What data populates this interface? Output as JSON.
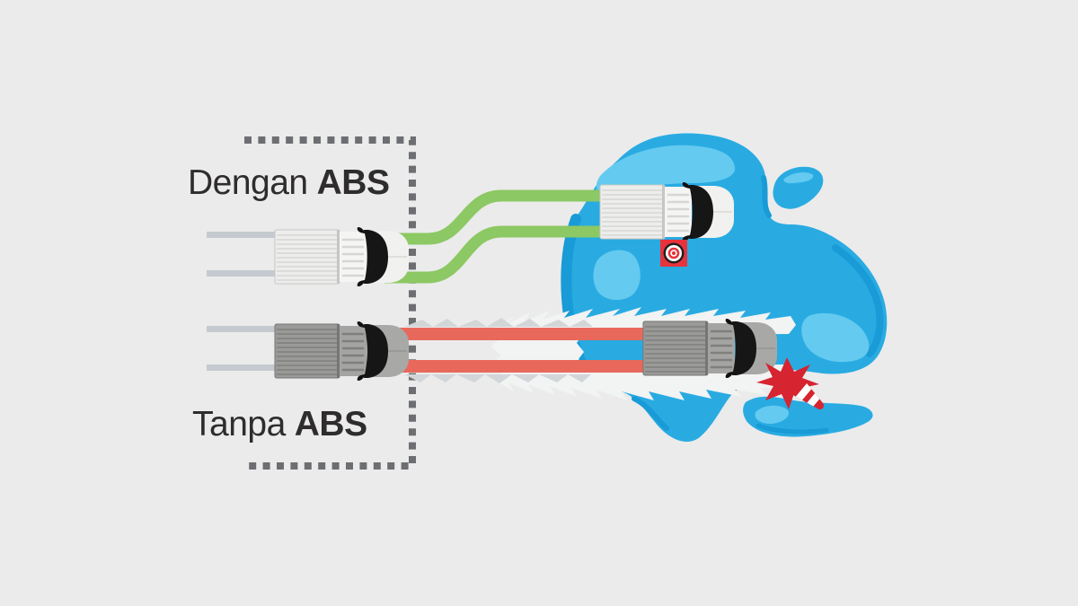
{
  "labels": {
    "with_abs": {
      "regular": "Dengan",
      "bold": "ABS"
    },
    "without_abs": {
      "regular": "Tanpa",
      "bold": "ABS"
    }
  },
  "icons": {
    "target": "bullseye-target",
    "crash": "knocked-cone-crash-burst"
  },
  "colors": {
    "background": "#EBEBEB",
    "text": "#2E2C2D",
    "dotted_border": "#6D6E71",
    "abs_path_green": "#8CC863",
    "skid_red": "#E8695C",
    "puddle_blue": "#29ABE2",
    "puddle_highlight": "#64CAEF",
    "puddle_shadow": "#189BD6",
    "splash_white": "#F2F3F3",
    "splash_grey": "#D2D6D8",
    "track_grey": "#C4CAD0",
    "target_red": "#E8333C",
    "cone_red": "#D62430"
  }
}
